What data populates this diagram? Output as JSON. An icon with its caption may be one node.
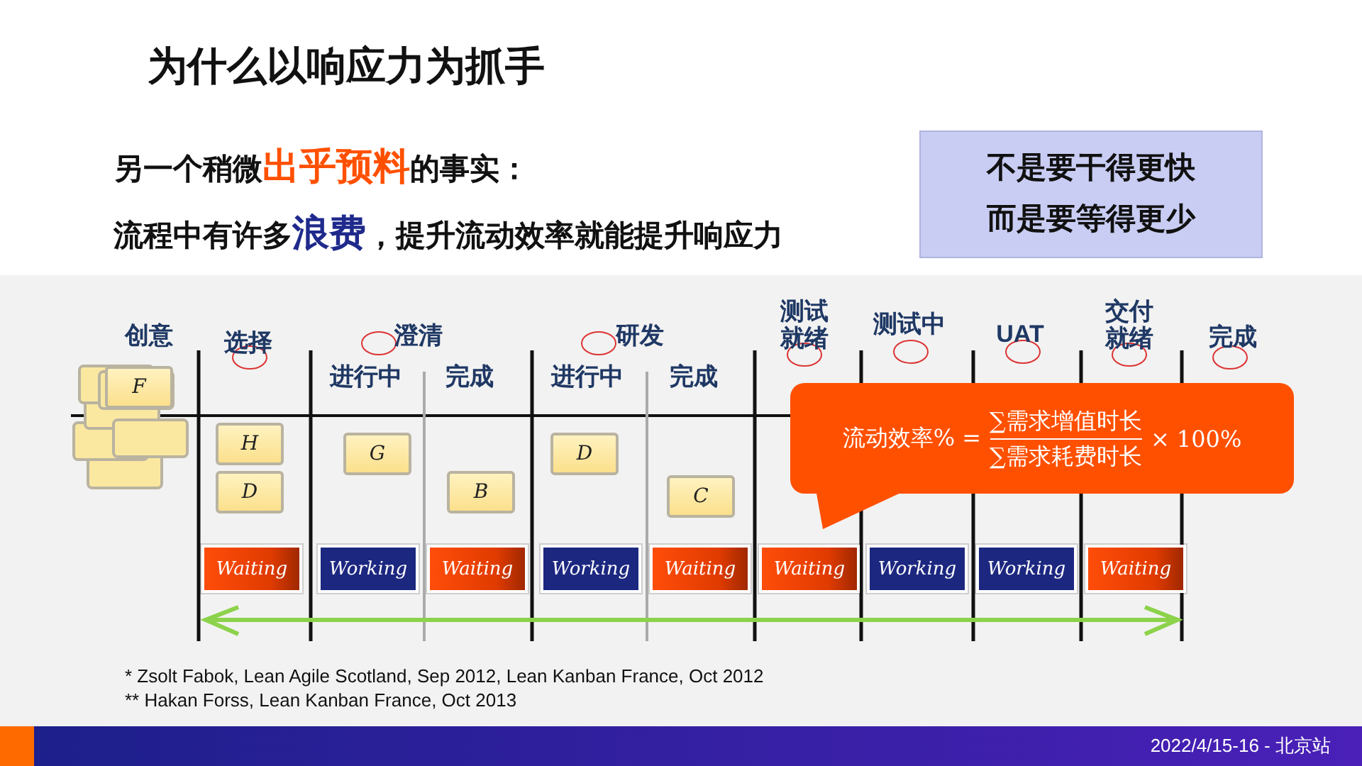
{
  "diagram": {
    "title": "为什么以响应力为抓手",
    "nodes": [
      {
        "text": [
          "不是要干得更快",
          "而是要等得更少"
        ]
      },
      {
        "text": [
          "流动效率% =",
          "∑需求增值时长",
          "∑需求耗费时长",
          "× 100%"
        ]
      },
      {
        "text": [
          "Waiting"
        ]
      },
      {
        "text": [
          "Working"
        ]
      },
      {
        "text": [
          "Waiting"
        ]
      },
      {
        "text": [
          "Working"
        ]
      },
      {
        "text": [
          "Waiting"
        ]
      },
      {
        "text": [
          "Waiting"
        ]
      },
      {
        "text": [
          "Working"
        ]
      },
      {
        "text": [
          "Working"
        ]
      },
      {
        "text": [
          "Waiting"
        ]
      },
      {
        "text": [
          "F"
        ]
      },
      {
        "text": [
          "H"
        ]
      },
      {
        "text": [
          "D"
        ]
      },
      {
        "text": [
          "G"
        ]
      },
      {
        "text": [
          "B"
        ]
      },
      {
        "text": [
          "D"
        ]
      },
      {
        "text": [
          "C"
        ]
      }
    ],
    "labels": [
      "另一个稍微**出乎预料**的事实：",
      "流程中有许多**浪费**，提升流动效率就能提升响应力",
      "创意",
      "选择",
      "澄清",
      "进行中",
      "完成",
      "研发",
      "进行中",
      "完成",
      "测试就绪",
      "测试中",
      "UAT",
      "交付就绪",
      "完成",
      "* Zsolt Fabok, Lean Agile Scotland, Sep 2012, Lean Kanban France, Oct 2012",
      "** Hakan Forss, Lean Kanban France, Oct 2013",
      "2022/4/15-16 - 北京站"
    ]
  }
}
